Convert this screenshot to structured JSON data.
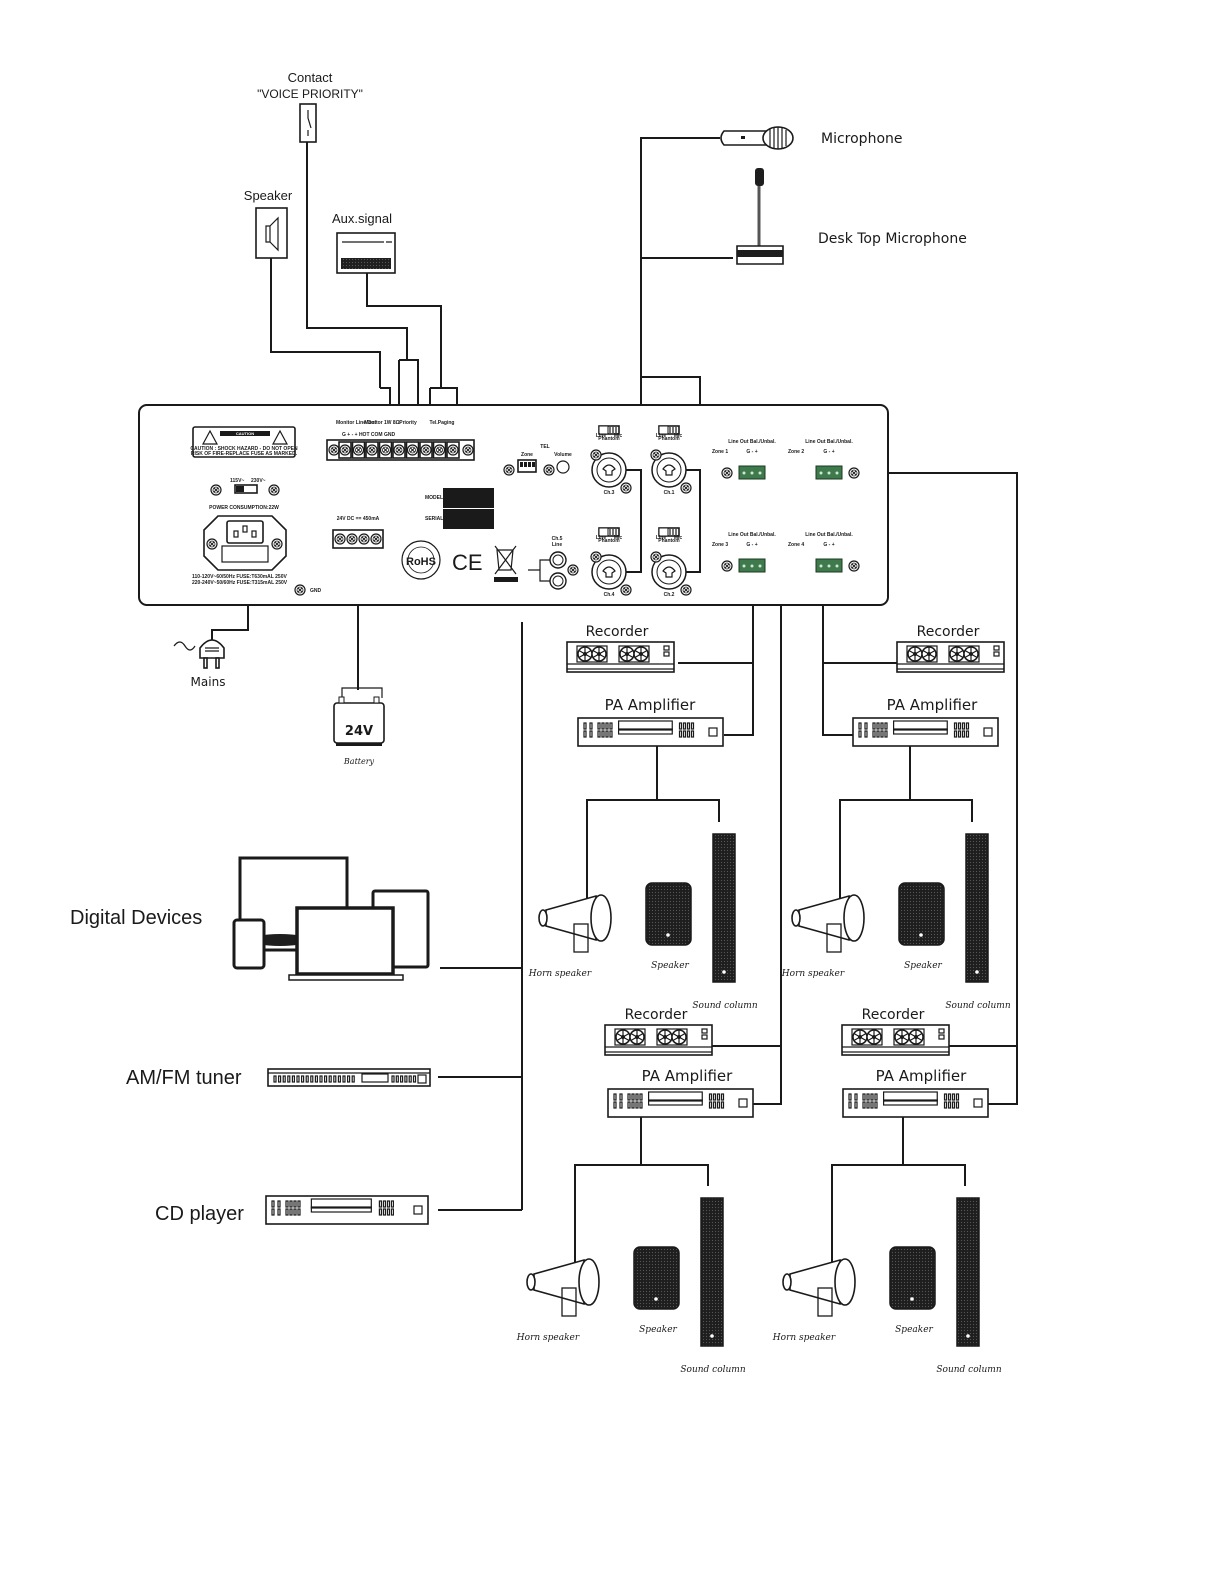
{
  "top_devices": {
    "contact": {
      "title": "Contact",
      "subtitle": "\"VOICE PRIORITY\""
    },
    "speaker": {
      "label": "Speaker"
    },
    "aux": {
      "label": "Aux.signal"
    },
    "microphone": {
      "label": "Microphone"
    },
    "desk_mic": {
      "label": "Desk Top Microphone"
    }
  },
  "panel": {
    "caution_title": "CAUTION",
    "caution_text_1": "CAUTION : SHOCK HAZARD - DO NOT OPEN",
    "caution_text_2": "RISK OF FIRE-REPLACE FUSE AS MARKED.",
    "voltage_110": "115V~",
    "voltage_220": "230V~",
    "power_consumption": "POWER CONSUMPTION:22W",
    "fuse_1": "110-120V~60/50Hz FUSE:T630mAL 250V",
    "fuse_2": "220-240V~50/60Hz FUSE:T315mAL 250V",
    "gnd": "GND",
    "terminal_groups": {
      "monitor_line_out": "Monitor Line Out",
      "monitor_1w": "Monitor 1W 8Ω",
      "priority": "Priority",
      "tel_paging": "Tel.Paging",
      "pins": "G  +   -   +          HOT COM GND"
    },
    "dc_label": "24V DC == 450mA",
    "model_label": "MODEL",
    "serial_label": "SERIAL",
    "rohs": "RoHS",
    "rohs_ring": "CONFORM COMPLIANCE",
    "ce": "CE",
    "tel": {
      "title": "TEL",
      "zone": "Zone",
      "volume": "Volume"
    },
    "ch5": {
      "title": "Ch.5",
      "sub": "Line"
    },
    "channels": [
      {
        "name": "Ch.3",
        "phantom": "Phantom",
        "line": "Line",
        "mic": "Mic"
      },
      {
        "name": "Ch.1",
        "phantom": "Phantom",
        "line": "Line",
        "mic": "Mic"
      },
      {
        "name": "Ch.4",
        "phantom": "Phantom",
        "line": "Line",
        "mic": "Mic"
      },
      {
        "name": "Ch.2",
        "phantom": "Phantom",
        "line": "Line",
        "mic": "Mic"
      }
    ],
    "zones": [
      {
        "title": "Line Out Bal./Unbal.",
        "zone": "Zone 1",
        "pins": "G  -  +"
      },
      {
        "title": "Line Out Bal./Unbal.",
        "zone": "Zone 2",
        "pins": "G  -  +"
      },
      {
        "title": "Line Out Bal./Unbal.",
        "zone": "Zone 3",
        "pins": "G  -  +"
      },
      {
        "title": "Line Out Bal./Unbal.",
        "zone": "Zone 4",
        "pins": "G  -  +"
      }
    ]
  },
  "power": {
    "mains": "Mains",
    "battery_voltage": "24V",
    "battery": "Battery"
  },
  "sources": {
    "digital": "Digital Devices",
    "tuner": "AM/FM tuner",
    "cd": "CD player"
  },
  "zones_out": [
    {
      "recorder": "Recorder",
      "amplifier": "PA Amplifier",
      "horn": "Horn speaker",
      "speaker": "Speaker",
      "column": "Sound column"
    },
    {
      "recorder": "Recorder",
      "amplifier": "PA Amplifier",
      "horn": "Horn speaker",
      "speaker": "Speaker",
      "column": "Sound column"
    },
    {
      "recorder": "Recorder",
      "amplifier": "PA Amplifier",
      "horn": "Horn speaker",
      "speaker": "Speaker",
      "column": "Sound column"
    },
    {
      "recorder": "Recorder",
      "amplifier": "PA Amplifier",
      "horn": "Horn speaker",
      "speaker": "Speaker",
      "column": "Sound column"
    }
  ]
}
